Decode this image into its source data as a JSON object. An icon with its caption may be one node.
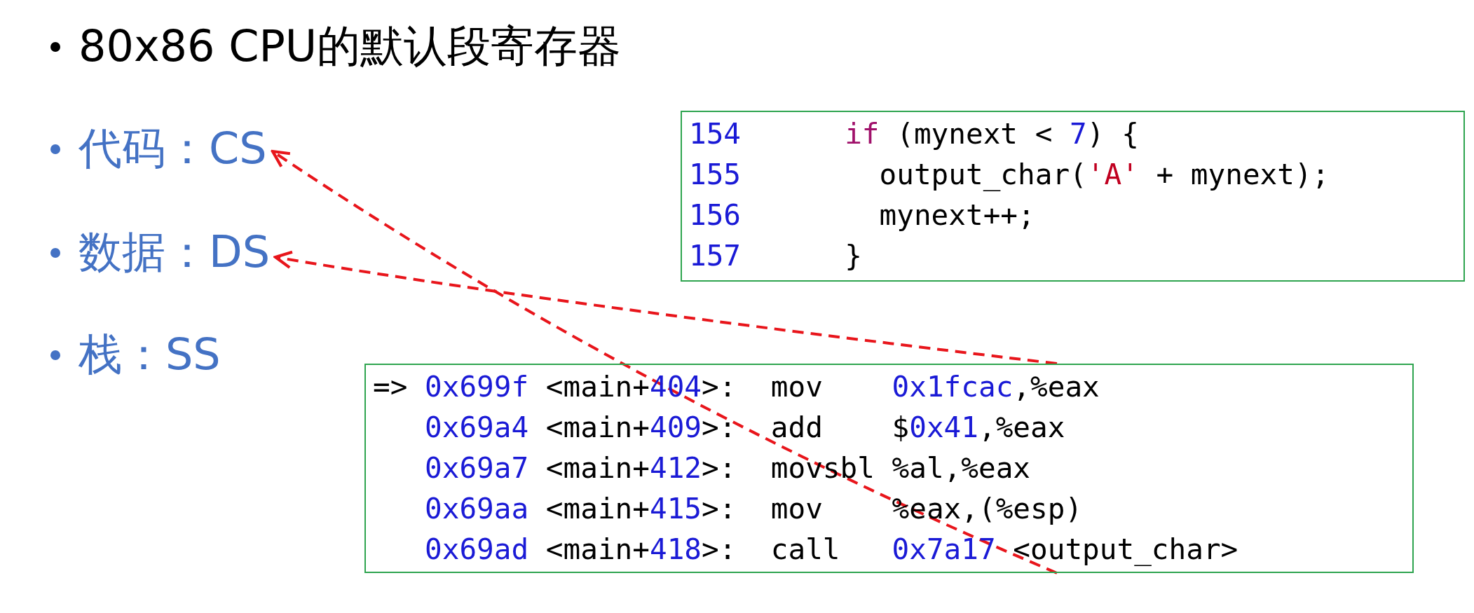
{
  "diagram": {
    "nodes": [
      {
        "text": [
          "代码：CS"
        ]
      },
      {
        "text": [
          "数据：DS"
        ]
      },
      {
        "text": [
          "154      if (mynext < 7) {",
          "155        output_char('A' + mynext);",
          "156        mynext++;",
          "157      }"
        ]
      },
      {
        "text": [
          "=> 0x699f <main+404>:  mov    0x1fcac,%eax",
          "   0x69a4 <main+409>:  add    $0x41,%eax",
          "   0x69a7 <main+412>:  movsbl %al,%eax",
          "   0x69aa <main+415>:  mov    %eax,(%esp)",
          "   0x69ad <main+418>:  call   0x7a17 <output_char>"
        ]
      }
    ],
    "edges": [
      {
        "from": 3,
        "to": 0,
        "arrow": "to",
        "style": "dashed"
      },
      {
        "from": 3,
        "to": 1,
        "arrow": "to",
        "style": "dashed"
      }
    ],
    "labels": [
      "80x86 CPU的默认段寄存器",
      "栈：SS"
    ]
  }
}
